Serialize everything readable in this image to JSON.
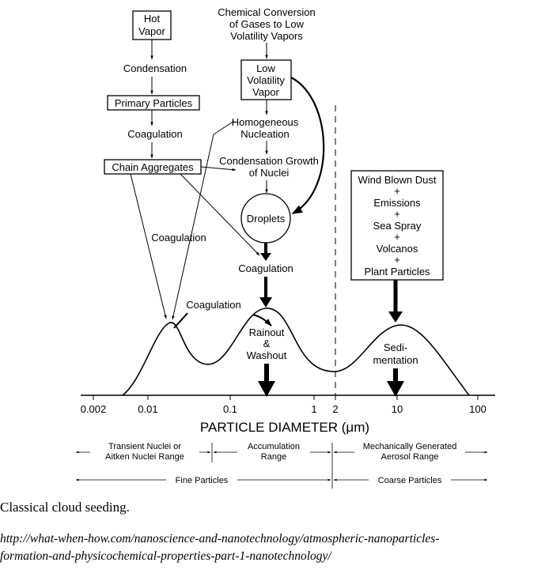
{
  "diagram": {
    "boxes": {
      "hot_vapor": [
        "Hot",
        "Vapor"
      ],
      "primary_particles": "Primary Particles",
      "chain_aggregates": "Chain Aggregates",
      "low_volatility_vapor": [
        "Low",
        "Volatility",
        "Vapor"
      ],
      "droplets": "Droplets",
      "sources": [
        "Wind Blown Dust",
        "+",
        "Emissions",
        "+",
        "Sea Spray",
        "+",
        "Volcanos",
        "+",
        "Plant Particles"
      ]
    },
    "labels": {
      "chemical_conversion": [
        "Chemical Conversion",
        "of Gases to Low",
        "Volatility Vapors"
      ],
      "condensation": "Condensation",
      "coagulation_left": "Coagulation",
      "homogeneous_nucleation": [
        "Homogeneous",
        "Nucleation"
      ],
      "condensation_growth": [
        "Condensation Growth",
        "of Nuclei"
      ],
      "coagulation_mid": "Coagulation",
      "coagulation_droplets": "Coagulation",
      "coagulation_peak": "Coagulation",
      "rainout": [
        "Rainout",
        "&",
        "Washout"
      ],
      "sedimentation": [
        "Sedi-",
        "mentation"
      ]
    },
    "axis": {
      "ticks": [
        "0.002",
        "0.01",
        "0.1",
        "1",
        "2",
        "10",
        "100"
      ],
      "title": "PARTICLE DIAMETER (μm)"
    },
    "ranges": {
      "transient": [
        "Transient Nuclei or",
        "Aitken Nuclei Range"
      ],
      "accumulation": [
        "Accumulation",
        "Range"
      ],
      "mechanical": [
        "Mechanically Generated",
        "Aerosol Range"
      ],
      "fine": "Fine Particles",
      "coarse": "Coarse Particles"
    }
  },
  "caption": "Classical cloud seeding.",
  "source_url": [
    "http://what-when-how.com/nanoscience-and-nanotechnology/atmospheric-nanoparticles-",
    "formation-and-physicochemical-properties-part-1-nanotechnology/"
  ]
}
